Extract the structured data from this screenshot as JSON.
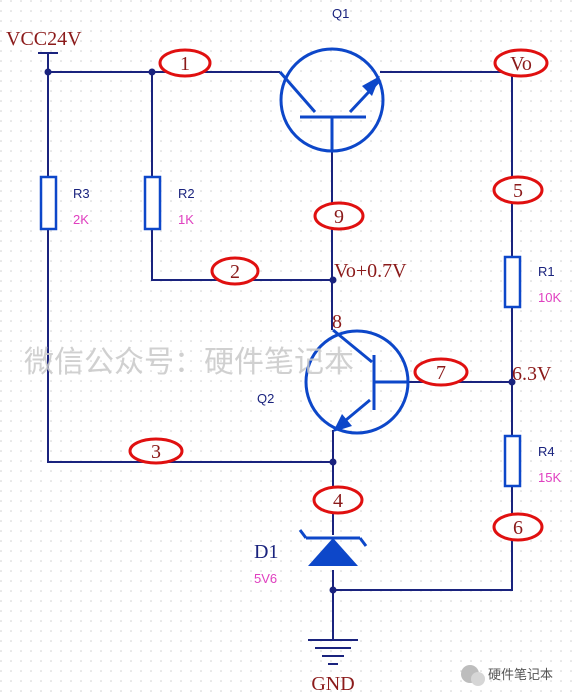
{
  "supply": {
    "label": "VCC24V"
  },
  "ground": {
    "label": "GND"
  },
  "transistors": {
    "q1": {
      "label": "Q1"
    },
    "q2": {
      "label": "Q2"
    }
  },
  "resistors": {
    "r1": {
      "name": "R1",
      "value": "10K"
    },
    "r2": {
      "name": "R2",
      "value": "1K"
    },
    "r3": {
      "name": "R3",
      "value": "2K"
    },
    "r4": {
      "name": "R4",
      "value": "15K"
    }
  },
  "diode": {
    "name": "D1",
    "value": "5V6"
  },
  "nodes": {
    "vo": "Vo",
    "vo_plus": "Vo+0.7V",
    "tap_voltage": "6.3V"
  },
  "markers": [
    "1",
    "2",
    "3",
    "4",
    "5",
    "6",
    "7",
    "8",
    "9"
  ],
  "watermark": {
    "center": "微信公众号：硬件笔记本",
    "corner": "硬件笔记本"
  },
  "colors": {
    "wire": "#1a237e",
    "component": "#0d47c9",
    "marker": "#e01010",
    "label_dark": "#8b1a1a",
    "value_magenta": "#e040c0"
  }
}
